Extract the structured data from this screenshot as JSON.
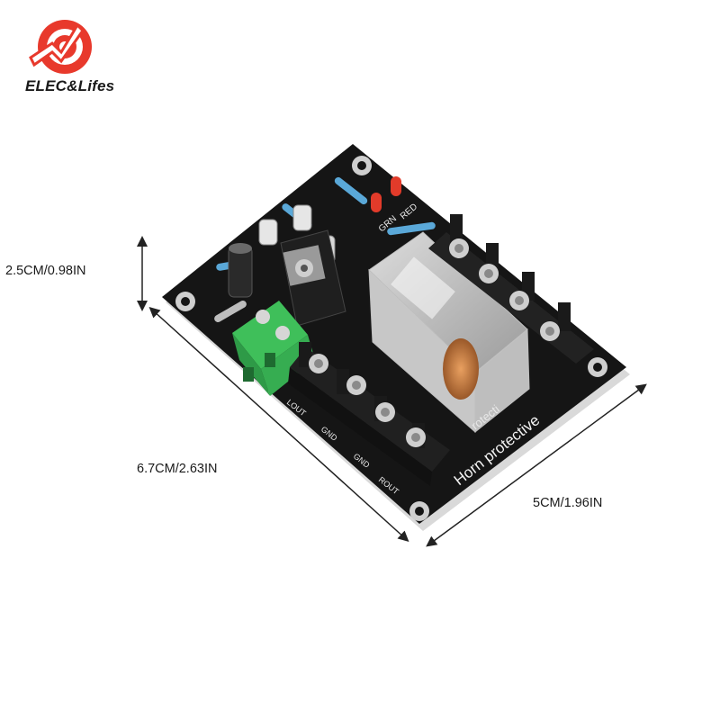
{
  "brand": {
    "name": "ELEC&Lifes"
  },
  "dimensions": {
    "height": "2.5CM/0.98IN",
    "length": "6.7CM/2.63IN",
    "width": "5CM/1.96IN"
  },
  "board": {
    "title": "Horn protective",
    "partial_title": "rotecti",
    "led_labels": [
      "GRN",
      "RED"
    ],
    "terminal_labels": [
      "LOUT",
      "GND",
      "GND",
      "ROUT"
    ]
  },
  "colors": {
    "logo_red": "#e8392c",
    "pcb_black": "#151515",
    "terminal_green": "#3fbf5a"
  }
}
